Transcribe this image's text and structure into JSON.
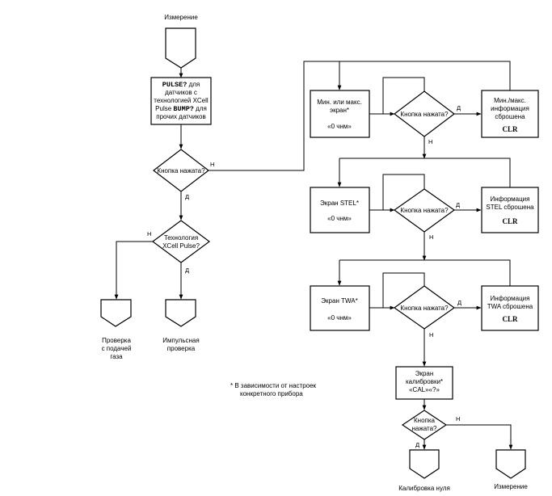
{
  "start_label": "Измерение",
  "pulse_box": {
    "line1_bold": "PULSE?",
    "line1_rest": " для",
    "line2": "датчиков с",
    "line3": "технологией XCell",
    "line4_pre": "Pulse ",
    "line4_bold": "BUMP?",
    "line4_rest": " для",
    "line5": "прочих датчиков"
  },
  "decision_main": "Кнопка нажата?",
  "decision_tech": {
    "line1": "Технология",
    "line2": "XCell Pulse?"
  },
  "yes": "Д",
  "no": "Н",
  "end_gas": {
    "line1": "Проверка",
    "line2": "с подачей",
    "line3": "газа"
  },
  "end_pulse": {
    "line1": "Импульсная",
    "line2": "проверка"
  },
  "note": {
    "line1": "* В зависимости от настроек",
    "line2": "конкретного прибора"
  },
  "minmax_box": {
    "line1": "Мин. или макс.",
    "line2": "экран*",
    "line3": "«0 чнм»"
  },
  "minmax_decision": "Кнопка нажата?",
  "minmax_reset": {
    "line1": "Мин./макс.",
    "line2": "информация",
    "line3": "сброшена",
    "clr": "CLR"
  },
  "stel_box": {
    "line1": "Экран STEL*",
    "line2": "«0 чнм»"
  },
  "stel_decision": "Кнопка нажата?",
  "stel_reset": {
    "line1": "Информация",
    "line2": "STEL сброшена",
    "clr": "CLR"
  },
  "twa_box": {
    "line1": "Экран TWA*",
    "line2": "«0 чнм»"
  },
  "twa_decision": "Кнопка нажата?",
  "twa_reset": {
    "line1": "Информация",
    "line2": "TWA сброшена",
    "clr": "CLR"
  },
  "cal_box": {
    "line1": "Экран",
    "line2": "калибровки*",
    "line3": "«CAL»«?»"
  },
  "cal_decision": {
    "line1": "Кнопка",
    "line2": "нажата?"
  },
  "end_zero": "Калибровка нуля",
  "end_measure": "Измерение"
}
